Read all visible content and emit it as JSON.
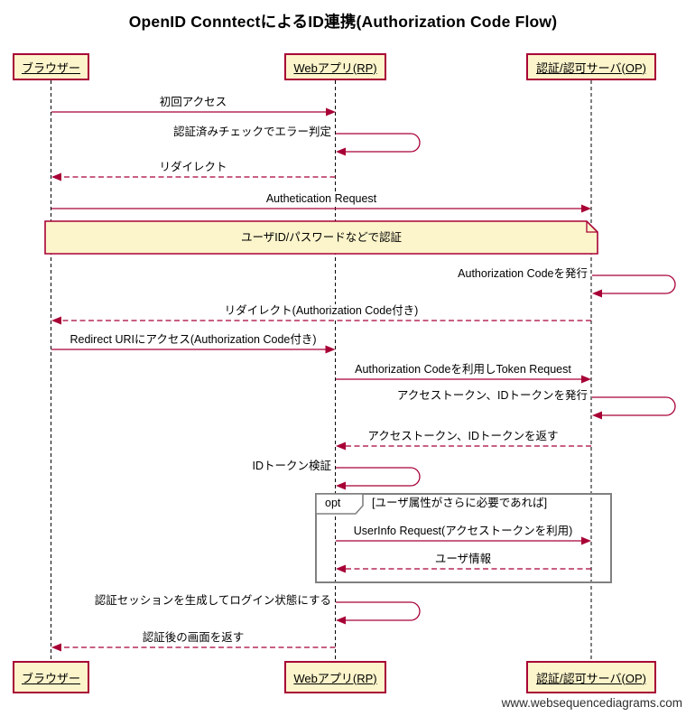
{
  "title": "OpenID ConntectによるID連携(Authorization Code Flow)",
  "footer": "www.websequencediagrams.com",
  "colors": {
    "arrow": "#A80036",
    "actor_fill": "#FCF5CB",
    "actor_border": "#A80036",
    "note_fill": "#FCF5CB",
    "frame_border": "#808080",
    "lifeline": "#000000",
    "text": "#000000"
  },
  "actors": [
    {
      "id": "browser",
      "label": "ブラウザー"
    },
    {
      "id": "webapp",
      "label": "Webアプリ(RP)"
    },
    {
      "id": "op",
      "label": "認証/認可サーバ(OP)"
    }
  ],
  "note": {
    "text": "ユーザID/パスワードなどで認証"
  },
  "opt": {
    "label": "opt",
    "condition": "[ユーザ属性がさらに必要であれば]"
  },
  "messages": [
    {
      "label": "初回アクセス",
      "type": "solid",
      "from": "browser",
      "to": "webapp"
    },
    {
      "label": "認証済みチェックでエラー判定",
      "type": "self",
      "on": "webapp"
    },
    {
      "label": "リダイレクト",
      "type": "dashed",
      "from": "webapp",
      "to": "browser"
    },
    {
      "label": "Authetication Request",
      "type": "solid",
      "from": "browser",
      "to": "op"
    },
    {
      "label": "Authorization Codeを発行",
      "type": "self",
      "on": "op"
    },
    {
      "label": "リダイレクト(Authorization Code付き)",
      "type": "dashed",
      "from": "op",
      "to": "browser"
    },
    {
      "label": "Redirect URIにアクセス(Authorization Code付き)",
      "type": "solid",
      "from": "browser",
      "to": "webapp"
    },
    {
      "label": "Authorization Codeを利用しToken Request",
      "type": "solid",
      "from": "webapp",
      "to": "op"
    },
    {
      "label": "アクセストークン、IDトークンを発行",
      "type": "self",
      "on": "op"
    },
    {
      "label": "アクセストークン、IDトークンを返す",
      "type": "dashed",
      "from": "op",
      "to": "webapp"
    },
    {
      "label": "IDトークン検証",
      "type": "self",
      "on": "webapp"
    },
    {
      "label": "UserInfo Request(アクセストークンを利用)",
      "type": "solid",
      "from": "webapp",
      "to": "op"
    },
    {
      "label": "ユーザ情報",
      "type": "dashed",
      "from": "op",
      "to": "webapp"
    },
    {
      "label": "認証セッションを生成してログイン状態にする",
      "type": "self",
      "on": "webapp"
    },
    {
      "label": "認証後の画面を返す",
      "type": "dashed",
      "from": "webapp",
      "to": "browser"
    }
  ]
}
